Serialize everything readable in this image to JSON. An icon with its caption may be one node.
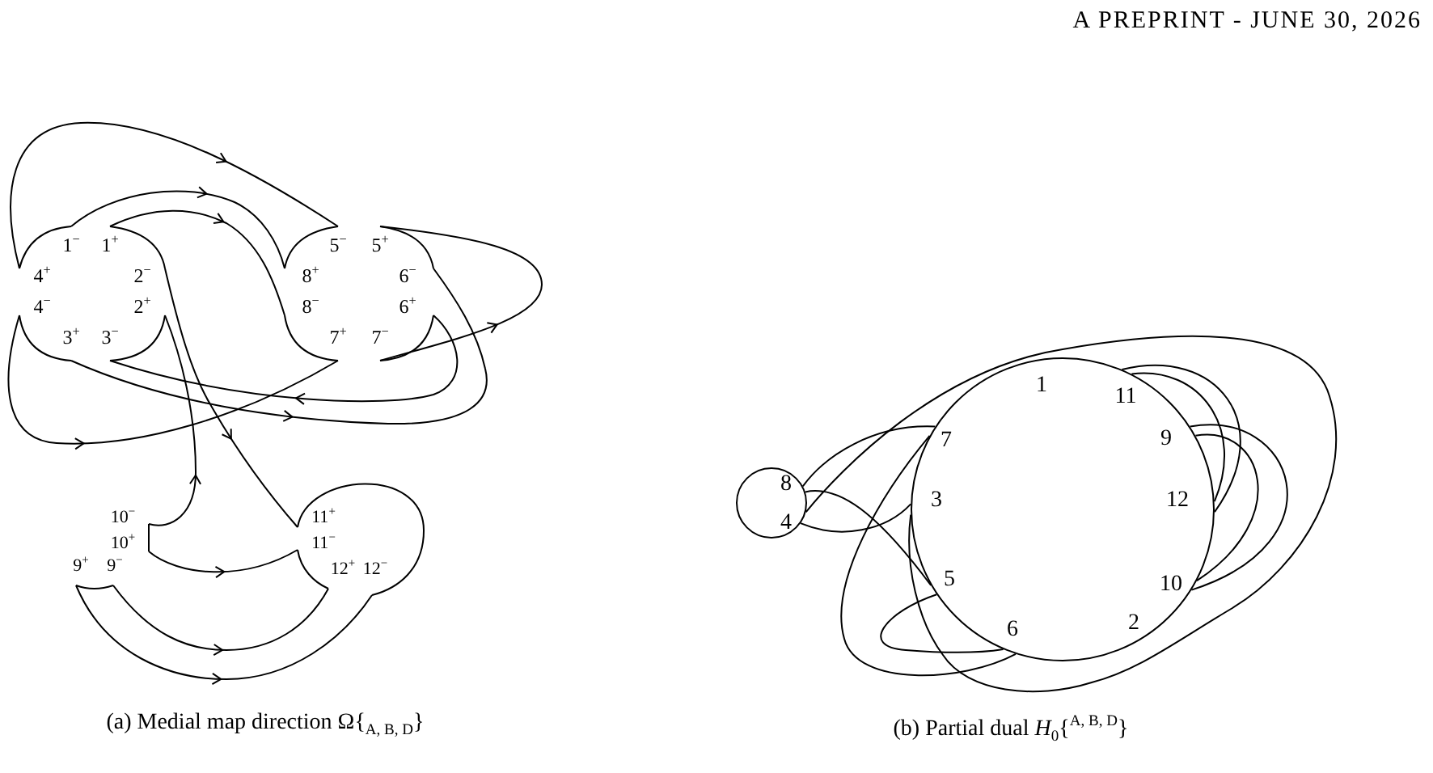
{
  "diagram": {
    "nodes": [
      {
        "text": [
          "8",
          "4"
        ]
      },
      {
        "text": [
          "1",
          "11",
          "9",
          "12",
          "10",
          "2",
          "6",
          "5",
          "3",
          "7"
        ]
      }
    ],
    "edges": [
      {
        "from": 0,
        "to": 1,
        "arrow": "none"
      },
      {
        "from": 0,
        "to": 1,
        "arrow": "none"
      },
      {
        "from": 0,
        "to": 1,
        "arrow": "none"
      },
      {
        "from": 0,
        "to": 1,
        "arrow": "none"
      },
      {
        "from": 1,
        "to": 1,
        "arrow": "none"
      },
      {
        "from": 1,
        "to": 1,
        "arrow": "none"
      },
      {
        "from": 1,
        "to": 1,
        "arrow": "none"
      },
      {
        "from": 1,
        "to": 1,
        "arrow": "none"
      },
      {
        "from": 1,
        "to": 1,
        "arrow": "none"
      },
      {
        "from": 1,
        "to": 1,
        "arrow": "none"
      }
    ],
    "labels": [
      "A PREPRINT - JUNE 30, 2026",
      "1$^{−}$",
      "1$^{+}$",
      "5$^{−}$",
      "5$^{+}$",
      "4$^{+}$",
      "2$^{−}$",
      "8$^{+}$",
      "6$^{−}$",
      "4$^{−}$",
      "2$^{+}$",
      "8$^{−}$",
      "6$^{+}$",
      "3$^{+}$",
      "3$^{−}$",
      "7$^{+}$",
      "7$^{−}$",
      "10$^{−}$",
      "11$^{+}$",
      "10$^{+}$",
      "11$^{−}$",
      "9$^{+}$",
      "9$^{−}$",
      "12$^{+}$",
      "12$^{−}$",
      "(a) Medial map direction Ω{$_{A, B, D}$}",
      "(b) Partial dual *H*$_{0}${$^{A, B, D}$}"
    ]
  }
}
